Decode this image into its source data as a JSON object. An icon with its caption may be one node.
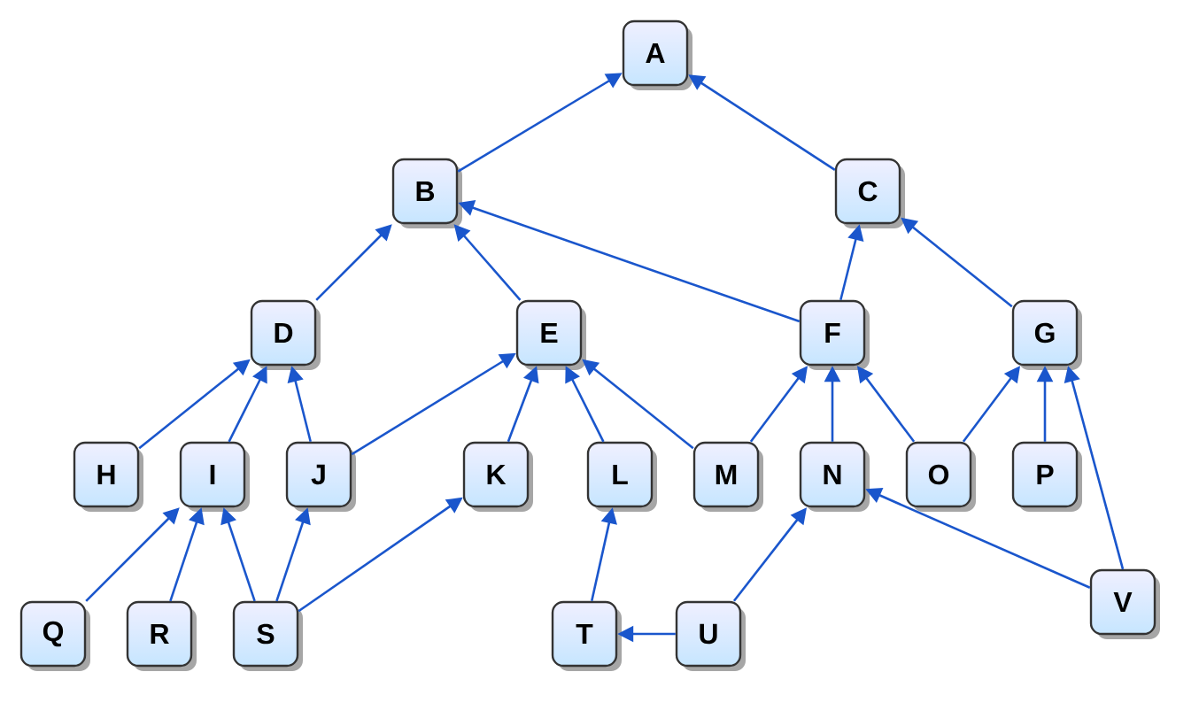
{
  "diagram": {
    "nodes": [
      {
        "text": [
          "A"
        ]
      },
      {
        "text": [
          "B"
        ]
      },
      {
        "text": [
          "C"
        ]
      },
      {
        "text": [
          "D"
        ]
      },
      {
        "text": [
          "E"
        ]
      },
      {
        "text": [
          "F"
        ]
      },
      {
        "text": [
          "G"
        ]
      },
      {
        "text": [
          "H"
        ]
      },
      {
        "text": [
          "I"
        ]
      },
      {
        "text": [
          "J"
        ]
      },
      {
        "text": [
          "K"
        ]
      },
      {
        "text": [
          "L"
        ]
      },
      {
        "text": [
          "M"
        ]
      },
      {
        "text": [
          "N"
        ]
      },
      {
        "text": [
          "O"
        ]
      },
      {
        "text": [
          "P"
        ]
      },
      {
        "text": [
          "Q"
        ]
      },
      {
        "text": [
          "R"
        ]
      },
      {
        "text": [
          "S"
        ]
      },
      {
        "text": [
          "T"
        ]
      },
      {
        "text": [
          "U"
        ]
      },
      {
        "text": [
          "V"
        ]
      }
    ],
    "edges": [
      {
        "from": 1,
        "to": 0,
        "arrow": "to"
      },
      {
        "from": 2,
        "to": 0,
        "arrow": "to"
      },
      {
        "from": 3,
        "to": 1,
        "arrow": "to"
      },
      {
        "from": 4,
        "to": 1,
        "arrow": "to"
      },
      {
        "from": 5,
        "to": 1,
        "arrow": "to"
      },
      {
        "from": 5,
        "to": 2,
        "arrow": "to"
      },
      {
        "from": 6,
        "to": 2,
        "arrow": "to"
      },
      {
        "from": 7,
        "to": 3,
        "arrow": "to"
      },
      {
        "from": 8,
        "to": 3,
        "arrow": "to"
      },
      {
        "from": 9,
        "to": 3,
        "arrow": "to"
      },
      {
        "from": 9,
        "to": 4,
        "arrow": "to"
      },
      {
        "from": 10,
        "to": 4,
        "arrow": "to"
      },
      {
        "from": 11,
        "to": 4,
        "arrow": "to"
      },
      {
        "from": 12,
        "to": 4,
        "arrow": "to"
      },
      {
        "from": 12,
        "to": 5,
        "arrow": "to"
      },
      {
        "from": 13,
        "to": 5,
        "arrow": "to"
      },
      {
        "from": 14,
        "to": 5,
        "arrow": "to"
      },
      {
        "from": 14,
        "to": 6,
        "arrow": "to"
      },
      {
        "from": 15,
        "to": 6,
        "arrow": "to"
      },
      {
        "from": 21,
        "to": 6,
        "arrow": "to"
      },
      {
        "from": 16,
        "to": 8,
        "arrow": "to"
      },
      {
        "from": 17,
        "to": 8,
        "arrow": "to"
      },
      {
        "from": 18,
        "to": 8,
        "arrow": "to"
      },
      {
        "from": 18,
        "to": 9,
        "arrow": "to"
      },
      {
        "from": 18,
        "to": 10,
        "arrow": "to"
      },
      {
        "from": 19,
        "to": 11,
        "arrow": "to"
      },
      {
        "from": 20,
        "to": 19,
        "arrow": "to"
      },
      {
        "from": 20,
        "to": 13,
        "arrow": "to"
      },
      {
        "from": 21,
        "to": 13,
        "arrow": "to"
      }
    ]
  }
}
